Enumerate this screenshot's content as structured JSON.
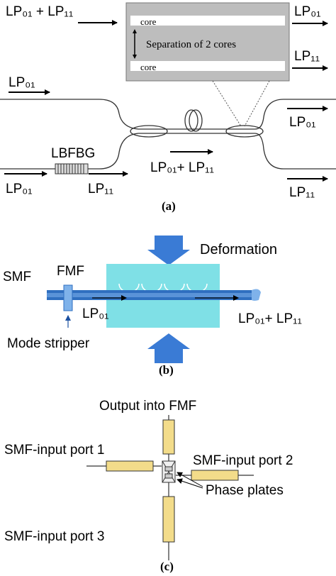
{
  "panel_a": {
    "caption": "(a)",
    "top_input": "LP₀₁ + LP₁₁",
    "top_left_label": "LP₀₁",
    "inset_core_top": "core",
    "inset_separation": "Separation of 2 cores",
    "inset_core_bottom": "core",
    "inset_out_top": "LP₀₁",
    "inset_out_lp11": "LP₁₁",
    "lbfbg": "LBFBG",
    "bottom_in": "LP₀₁",
    "bottom_out": "LP₁₁",
    "middle_label": "LP₀₁+ LP₁₁",
    "right_out_top": "LP₀₁",
    "right_out_bottom": "LP₁₁"
  },
  "panel_b": {
    "caption": "(b)",
    "deformation": "Deformation",
    "smf": "SMF",
    "fmf": "FMF",
    "lp01": "LP₀₁",
    "output": "LP₀₁+ LP₁₁",
    "mode_stripper": "Mode stripper"
  },
  "panel_c": {
    "caption": "(c)",
    "output": "Output into FMF",
    "port1": "SMF-input port 1",
    "port2": "SMF-input port 2",
    "port3": "SMF-input port 3",
    "phase_plates": "Phase plates"
  },
  "colors": {
    "fiber_blue": "#2f6fc0",
    "fiber_light": "#7fb2ea",
    "deform_cyan": "#7fe0e6",
    "arrow_blue": "#3a7bd5",
    "component_yellow": "#f3dc8a",
    "inset_gray": "#c8c8c8"
  }
}
